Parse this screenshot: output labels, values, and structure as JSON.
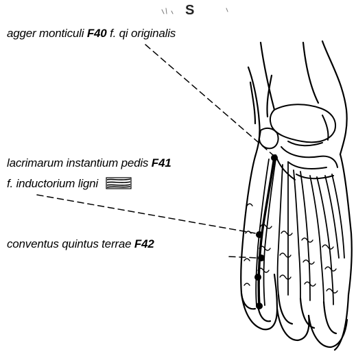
{
  "header": {
    "top_mark": "S"
  },
  "points": [
    {
      "name": "agger monticuli",
      "code": "F40",
      "extra": "f. qi originalis"
    },
    {
      "name": "lacrimarum instantium pedis",
      "code": "F41",
      "extra": "f. inductorium ligni",
      "icon": "wood-element-icon"
    },
    {
      "name": "conventus quintus terrae",
      "code": "F42"
    }
  ],
  "colors": {
    "ink": "#000000",
    "paper": "#ffffff"
  }
}
